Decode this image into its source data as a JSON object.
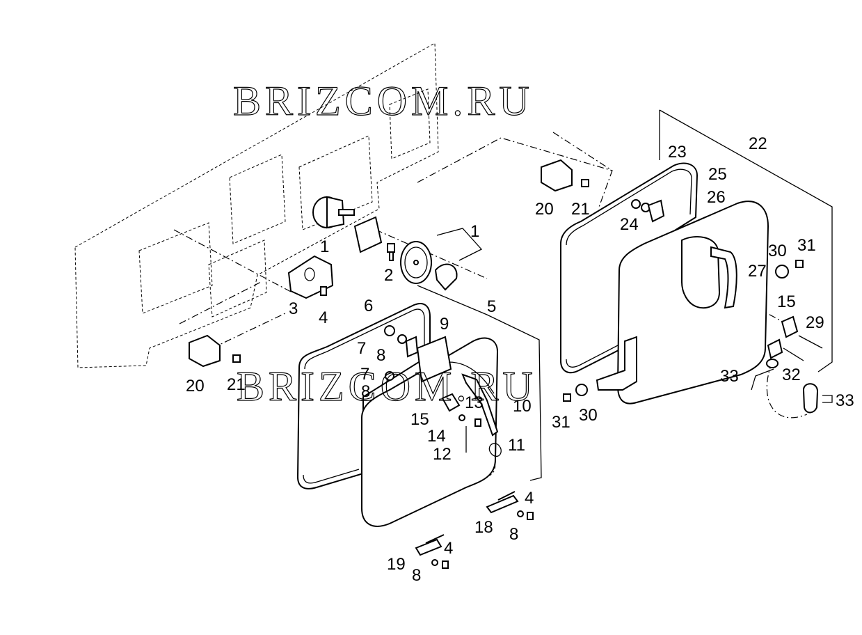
{
  "diagram": {
    "watermark": "BRIZCOM.RU",
    "callouts": [
      "1",
      "1",
      "2",
      "3",
      "4",
      "20",
      "21",
      "6",
      "5",
      "7",
      "8",
      "9",
      "7",
      "8",
      "15",
      "13",
      "10",
      "14",
      "12",
      "11",
      "18",
      "4",
      "8",
      "19",
      "4",
      "8",
      "20",
      "21",
      "23",
      "25",
      "26",
      "24",
      "22",
      "27",
      "30",
      "31",
      "15",
      "29",
      "33",
      "32",
      "33",
      "31",
      "30"
    ]
  }
}
